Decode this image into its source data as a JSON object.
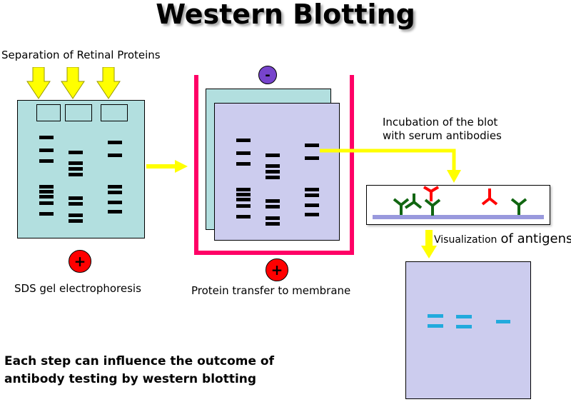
{
  "title": "Western Blotting",
  "labels": {
    "separation": "Separation of Retinal Proteins",
    "sds": "SDS  gel electrophoresis",
    "transfer": "Protein transfer to membrane",
    "incubation": "Incubation of the blot\nwith serum antibodies",
    "visualization_a": "Visualization",
    "visualization_b": "of antigens"
  },
  "electrodes": {
    "negative": "-",
    "positive": "+"
  },
  "footnote": "Each step can influence the outcome of\nantibody testing by western blotting",
  "colors": {
    "gel": "#b2dfdf",
    "membrane": "#ccccee",
    "arrow": "#ffff00",
    "tank": "#ff0066",
    "negative": "#7744cc",
    "positive": "#ff0000",
    "antibody_red": "#ff0000",
    "antibody_green": "#116611",
    "result_band": "#22aadd"
  }
}
